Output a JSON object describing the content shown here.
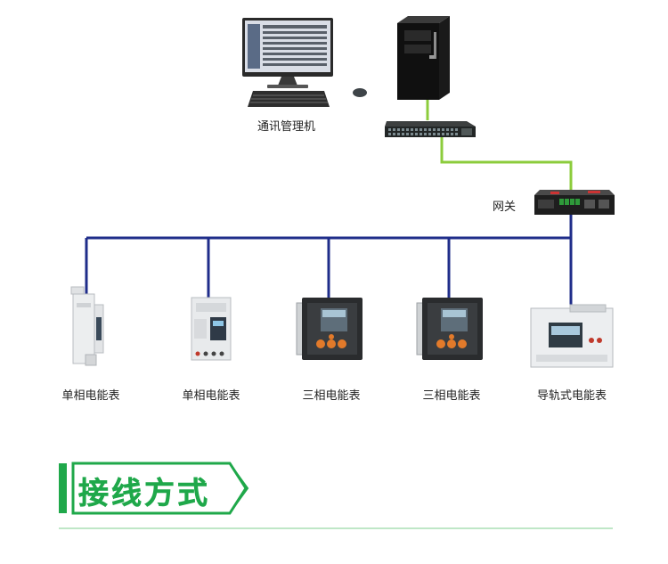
{
  "labels": {
    "computer": "通讯管理机",
    "gateway": "网关"
  },
  "devices": [
    {
      "label": "单相电能表"
    },
    {
      "label": "单相电能表"
    },
    {
      "label": "三相电能表"
    },
    {
      "label": "三相电能表"
    },
    {
      "label": "导轨式电能表"
    }
  ],
  "section": {
    "title": "接线方式"
  },
  "colors": {
    "green_link": "#8ccc3c",
    "blue_bus": "#1f2d8a",
    "accent_green": "#1fa84a"
  }
}
